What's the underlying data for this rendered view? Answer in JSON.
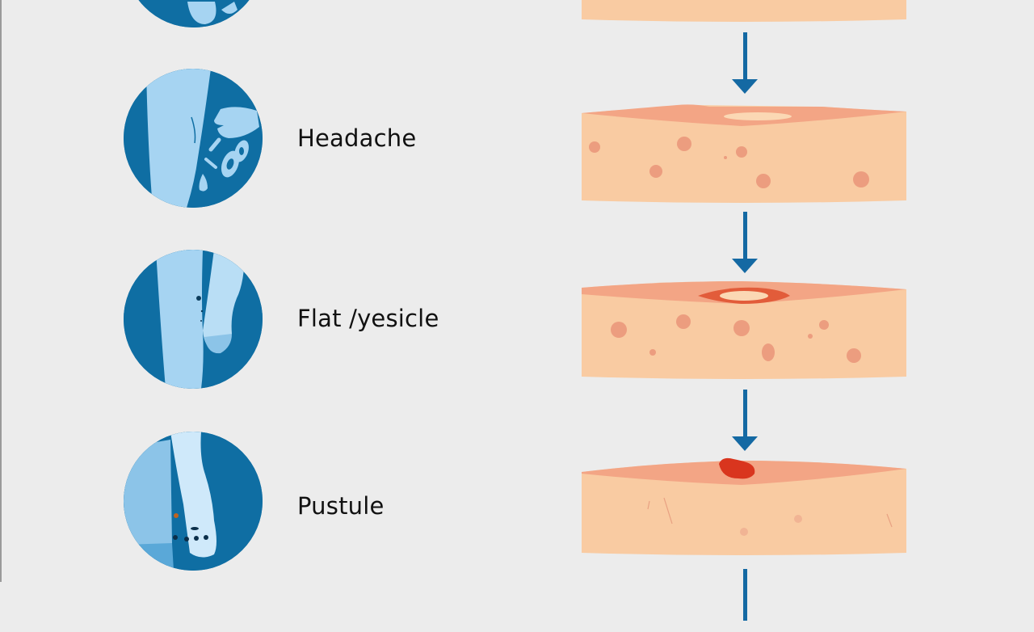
{
  "diagram": {
    "type": "stage-progression",
    "stages": [
      {
        "label": "",
        "illustration": "circle-partial-top"
      },
      {
        "label": "Headache",
        "illustration": "leg-with-hand-and-drops"
      },
      {
        "label": "Flat /yesicle",
        "illustration": "legs-with-spots"
      },
      {
        "label": "Pustule",
        "illustration": "foot-with-lesions"
      }
    ],
    "skin_sections": [
      {
        "stage": "top-partial",
        "lesion": "none"
      },
      {
        "stage": "1",
        "lesion": "pale-raised-patch"
      },
      {
        "stage": "2",
        "lesion": "red-ring-vesicle"
      },
      {
        "stage": "3",
        "lesion": "red-pustule"
      }
    ],
    "arrows": 4
  },
  "colors": {
    "background": "#ececec",
    "circle_dark": "#0f6ea3",
    "circle_light": "#a6d4f2",
    "arrow": "#1469a3",
    "skin_body": "#f9cba2",
    "skin_top": "#f3a585",
    "lesion_red": "#d9351e",
    "text": "#111111"
  }
}
